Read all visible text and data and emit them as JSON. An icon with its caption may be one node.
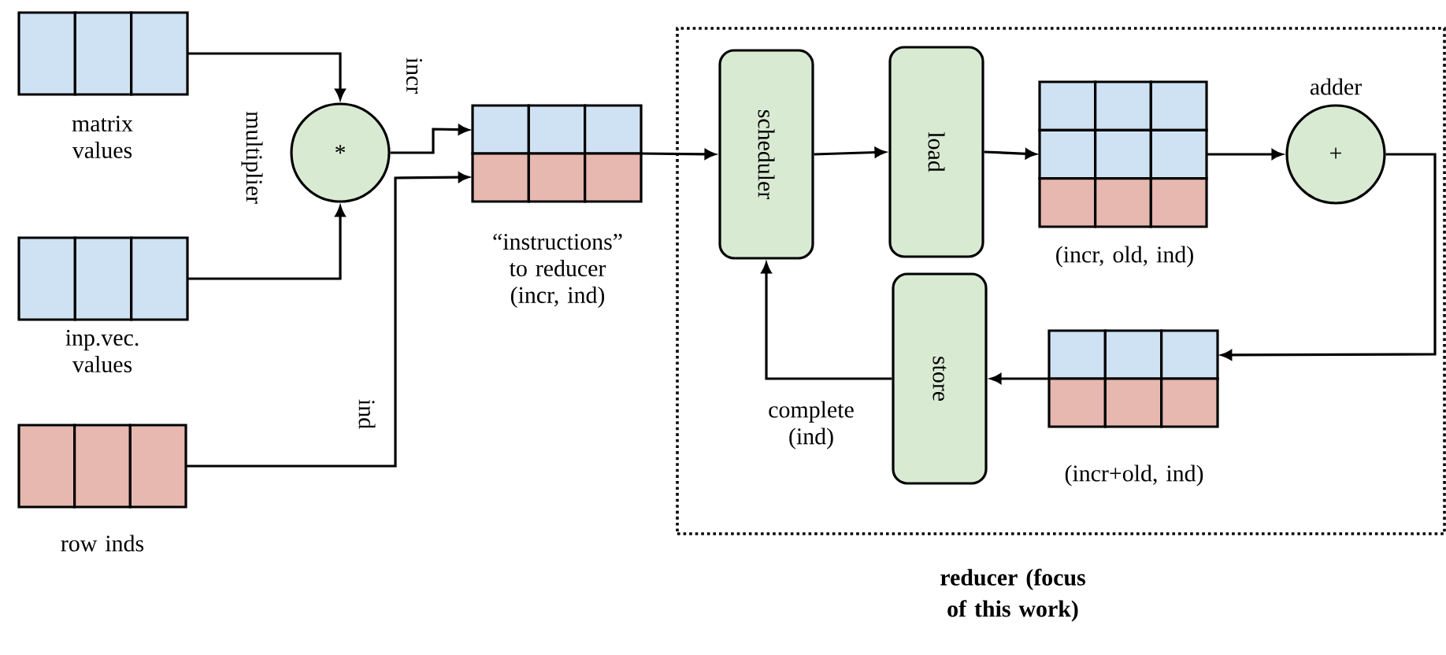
{
  "diagram": {
    "nodes": [
      {
        "text": [],
        "shape": "box",
        "beside": [
          "matrix values"
        ]
      },
      {
        "text": [],
        "shape": "box",
        "beside": [
          "inp.vec. values"
        ]
      },
      {
        "text": [],
        "shape": "box",
        "beside": [
          "row inds"
        ]
      },
      {
        "text": [
          "*"
        ],
        "beside": [
          "multiplier"
        ]
      },
      {
        "text": [],
        "shape": "box",
        "beside": [
          "“instructions” to reducer (incr, ind)"
        ]
      },
      {
        "text": [
          "reducer (focus of this work)"
        ]
      },
      {
        "text": [
          "scheduler"
        ],
        "in": 5
      },
      {
        "text": [
          "load"
        ],
        "in": 5
      },
      {
        "text": [],
        "shape": "box",
        "in": 5,
        "beside": [
          "(incr, old, ind)"
        ]
      },
      {
        "text": [
          "+"
        ],
        "in": 5,
        "beside": [
          "adder"
        ]
      },
      {
        "text": [],
        "shape": "box",
        "in": 5,
        "beside": [
          "(incr+old, ind)"
        ]
      },
      {
        "text": [
          "store"
        ],
        "in": 5
      }
    ],
    "edges": [
      {
        "from": 0,
        "to": 3,
        "arrow": "to"
      },
      {
        "from": 1,
        "to": 3,
        "arrow": "to"
      },
      {
        "from": 3,
        "to": 4,
        "arrow": "to",
        "label": "incr"
      },
      {
        "from": 2,
        "to": 4,
        "arrow": "to",
        "label": "ind"
      },
      {
        "from": 4,
        "to": 6,
        "arrow": "to"
      },
      {
        "from": 6,
        "to": 7,
        "arrow": "to"
      },
      {
        "from": 7,
        "to": 8,
        "arrow": "to"
      },
      {
        "from": 8,
        "to": 9,
        "arrow": "to"
      },
      {
        "from": 9,
        "to": 10,
        "arrow": "to"
      },
      {
        "from": 10,
        "to": 11,
        "arrow": "to"
      },
      {
        "from": 11,
        "to": 6,
        "arrow": "to",
        "label": "complete (ind)"
      }
    ]
  }
}
